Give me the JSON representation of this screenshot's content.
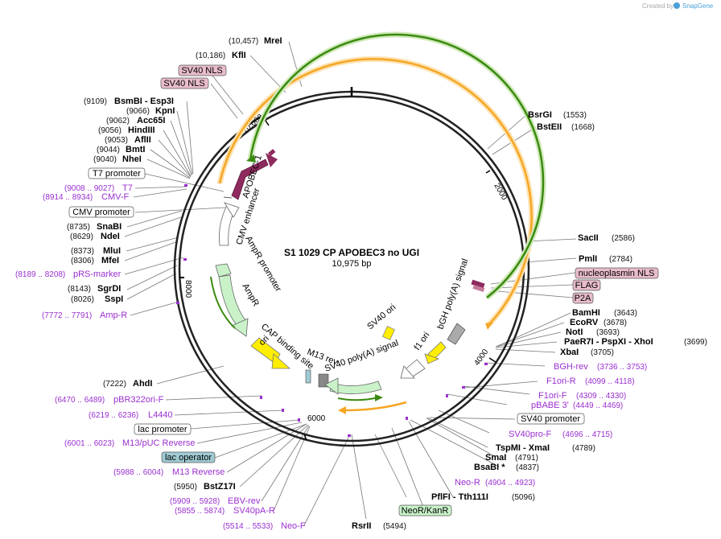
{
  "app": {
    "credit": "Created by",
    "brand": "SnapGene"
  },
  "plasmid": {
    "name": "S1 1029 CP APOBEC3 no UGI",
    "size": "10,975 bp"
  },
  "ticks": [
    {
      "id": "t2000",
      "text": "2000"
    },
    {
      "id": "t4000",
      "text": "4000"
    },
    {
      "id": "t6000",
      "text": "6000"
    },
    {
      "id": "t8000",
      "text": "8000"
    },
    {
      "id": "t10000",
      "text": "10,000"
    }
  ],
  "enzymes": [
    {
      "id": "MreI",
      "name": "MreI",
      "pos": "(10,457)"
    },
    {
      "id": "KflI",
      "name": "KflI",
      "pos": "(10,186)"
    },
    {
      "id": "BsmBI",
      "name": "BsmBI  - Esp3I",
      "pos": "(9109)"
    },
    {
      "id": "KpnI",
      "name": "KpnI",
      "pos": "(9066)"
    },
    {
      "id": "Acc65I",
      "name": "Acc65I",
      "pos": "(9062)"
    },
    {
      "id": "HindIII",
      "name": "HindIII",
      "pos": "(9056)"
    },
    {
      "id": "AflII",
      "name": "AflII",
      "pos": "(9053)"
    },
    {
      "id": "BmtI",
      "name": "BmtI",
      "pos": "(9044)"
    },
    {
      "id": "NheI",
      "name": "NheI",
      "pos": "(9040)"
    },
    {
      "id": "SnaBI",
      "name": "SnaBI",
      "pos": "(8735)"
    },
    {
      "id": "NdeI",
      "name": "NdeI",
      "pos": "(8629)"
    },
    {
      "id": "MluI",
      "name": "MluI",
      "pos": "(8373)"
    },
    {
      "id": "MfeI",
      "name": "MfeI",
      "pos": "(8306)"
    },
    {
      "id": "SgrDI",
      "name": "SgrDI",
      "pos": "(8143)"
    },
    {
      "id": "SspI",
      "name": "SspI",
      "pos": "(8026)"
    },
    {
      "id": "AhdI",
      "name": "AhdI",
      "pos": "(7222)"
    },
    {
      "id": "BstZ17I",
      "name": "BstZ17I",
      "pos": "(5950)"
    },
    {
      "id": "RsrII",
      "name": "RsrII",
      "pos": "(5494)"
    },
    {
      "id": "PflFI",
      "name": "PflFI  - Tth111I",
      "pos": "(5096)"
    },
    {
      "id": "BsaBI",
      "name": "BsaBI *",
      "pos": "(4837)"
    },
    {
      "id": "SmaI",
      "name": "SmaI",
      "pos": "(4791)"
    },
    {
      "id": "TspMI",
      "name": "TspMI  - XmaI",
      "pos": "(4789)"
    },
    {
      "id": "XbaI",
      "name": "XbaI",
      "pos": "(3705)"
    },
    {
      "id": "PaeR7I",
      "name": "PaeR7I  - PspXI  - XhoI",
      "pos": "(3699)"
    },
    {
      "id": "NotI",
      "name": "NotI",
      "pos": "(3693)"
    },
    {
      "id": "EcoRV",
      "name": "EcoRV",
      "pos": "(3678)"
    },
    {
      "id": "BamHI",
      "name": "BamHI",
      "pos": "(3643)"
    },
    {
      "id": "PmlI",
      "name": "PmlI",
      "pos": "(2784)"
    },
    {
      "id": "SacII",
      "name": "SacII",
      "pos": "(2586)"
    },
    {
      "id": "BstEII",
      "name": "BstEII",
      "pos": "(1668)"
    },
    {
      "id": "BsrGI",
      "name": "BsrGI",
      "pos": "(1553)"
    }
  ],
  "primers": [
    {
      "id": "T7",
      "name": "T7",
      "range": "(9008 .. 9027)"
    },
    {
      "id": "CMV-F",
      "name": "CMV-F",
      "range": "(8914 .. 8934)"
    },
    {
      "id": "pRS-marker",
      "name": "pRS-marker",
      "range": "(8189 .. 8208)"
    },
    {
      "id": "Amp-R",
      "name": "Amp-R",
      "range": "(7772 .. 7791)"
    },
    {
      "id": "pBR322ori-F",
      "name": "pBR322ori-F",
      "range": "(6470 .. 6489)"
    },
    {
      "id": "L4440",
      "name": "L4440",
      "range": "(6219 .. 6236)"
    },
    {
      "id": "M13pUC",
      "name": "M13/pUC Reverse",
      "range": "(6001 .. 6023)"
    },
    {
      "id": "M13Rev",
      "name": "M13 Reverse",
      "range": "(5988 .. 6004)"
    },
    {
      "id": "EBV-rev",
      "name": "EBV-rev",
      "range": "(5909 .. 5928)"
    },
    {
      "id": "SV40pA-R",
      "name": "SV40pA-R",
      "range": "(5855 .. 5874)"
    },
    {
      "id": "Neo-F",
      "name": "Neo-F",
      "range": "(5514 .. 5533)"
    },
    {
      "id": "Neo-R",
      "name": "Neo-R",
      "range": "(4904 .. 4923)"
    },
    {
      "id": "SV40pro-F",
      "name": "SV40pro-F",
      "range": "(4696 .. 4715)"
    },
    {
      "id": "pBABE3",
      "name": "pBABE 3'",
      "range": "(4449 .. 4469)"
    },
    {
      "id": "F1ori-F",
      "name": "F1ori-F",
      "range": "(4309 .. 4330)"
    },
    {
      "id": "F1ori-R",
      "name": "F1ori-R",
      "range": "(4099 .. 4118)"
    },
    {
      "id": "BGH-rev",
      "name": "BGH-rev",
      "range": "(3736 .. 3753)"
    }
  ],
  "boxed_labels": [
    {
      "id": "sv40nls1",
      "text": "SV40 NLS",
      "style": "pink"
    },
    {
      "id": "sv40nls2",
      "text": "SV40 NLS",
      "style": "pink"
    },
    {
      "id": "t7promoter",
      "text": "T7 promoter",
      "style": "white"
    },
    {
      "id": "cmvpromoter",
      "text": "CMV promoter",
      "style": "white"
    },
    {
      "id": "nucleoplasmin",
      "text": "nucleoplasmin NLS",
      "style": "pink"
    },
    {
      "id": "flag",
      "text": "FLAG",
      "style": "pink"
    },
    {
      "id": "p2a",
      "text": "P2A",
      "style": "pink"
    },
    {
      "id": "sv40promoter",
      "text": "SV40 promoter",
      "style": "white"
    },
    {
      "id": "lacpromoter",
      "text": "lac promoter",
      "style": "white"
    },
    {
      "id": "lacoperator",
      "text": "lac operator",
      "style": "blue"
    },
    {
      "id": "neokan",
      "text": "NeoR/KanR",
      "style": "green"
    }
  ],
  "inner_features": [
    {
      "id": "apobec1",
      "text": "APOBEC-1"
    },
    {
      "id": "cmvenh",
      "text": "CMV enhancer"
    },
    {
      "id": "ampprom",
      "text": "AmpR promoter"
    },
    {
      "id": "ampr",
      "text": "AmpR"
    },
    {
      "id": "cap",
      "text": "CAP binding site"
    },
    {
      "id": "m13rev",
      "text": "M13 rev"
    },
    {
      "id": "sv40polya",
      "text": "SV40 poly(A) signal"
    },
    {
      "id": "f1ori",
      "text": "f1 ori"
    },
    {
      "id": "bgh",
      "text": "bGH poly(A) signal"
    },
    {
      "id": "sv40ori",
      "text": "SV40 ori"
    },
    {
      "id": "ori",
      "text": "ori"
    }
  ],
  "colors": {
    "backbone": "#222222",
    "orange": "#f5a623",
    "green_arc": "#3a8a10",
    "primer": "#9a2fd0",
    "feature_pink": "#e8bccb",
    "apobec": "#8e2a5e",
    "amp_green": "#c9f2c9",
    "ori_yellow": "#ffee00",
    "lac_blue": "#9fcbd4"
  }
}
